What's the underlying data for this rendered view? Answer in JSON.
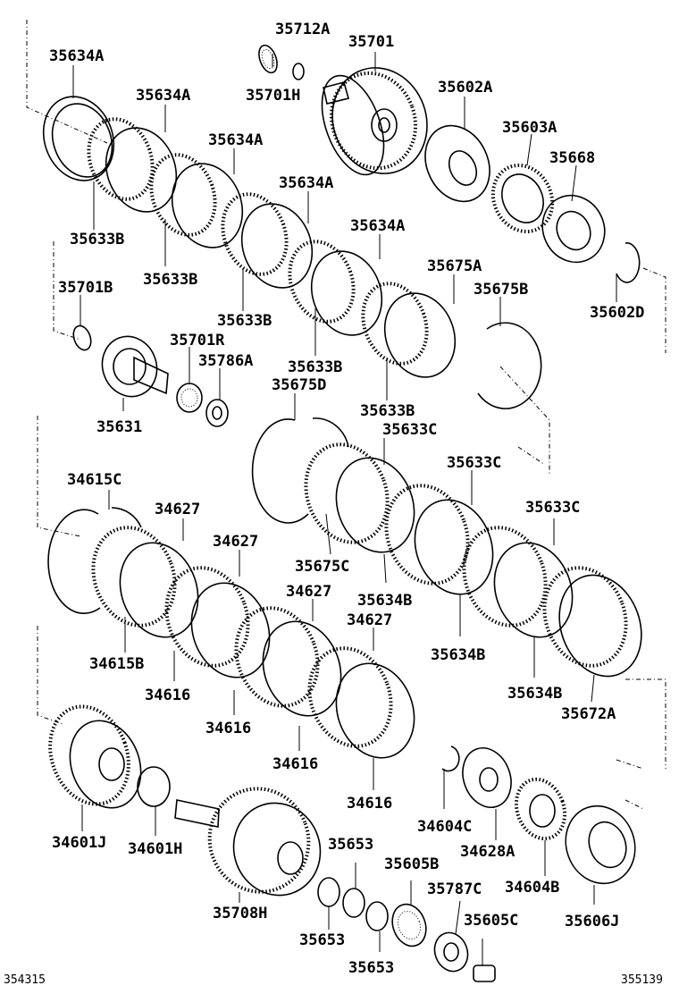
{
  "labels": {
    "p35634A_1": "35634A",
    "p35634A_2": "35634A",
    "p35634A_3": "35634A",
    "p35634A_4": "35634A",
    "p35634A_5": "35634A",
    "p35712A": "35712A",
    "p35701": "35701",
    "p35701H": "35701H",
    "p35602A": "35602A",
    "p35603A": "35603A",
    "p35668": "35668",
    "p35633B_1": "35633B",
    "p35633B_2": "35633B",
    "p35633B_3": "35633B",
    "p35633B_4": "35633B",
    "p35633B_5": "35633B",
    "p35675A": "35675A",
    "p35675B": "35675B",
    "p35602D": "35602D",
    "p35701B": "35701B",
    "p35701R": "35701R",
    "p35786A": "35786A",
    "p35675D": "35675D",
    "p35631": "35631",
    "p35633C_1": "35633C",
    "p35633C_2": "35633C",
    "p35633C_3": "35633C",
    "p34615C": "34615C",
    "p34627_1": "34627",
    "p34627_2": "34627",
    "p34627_3": "34627",
    "p34627_4": "34627",
    "p35675C": "35675C",
    "p35634B_1": "35634B",
    "p35634B_2": "35634B",
    "p35634B_3": "35634B",
    "p34615B": "34615B",
    "p34616_1": "34616",
    "p34616_2": "34616",
    "p34616_3": "34616",
    "p34616_4": "34616",
    "p35672A": "35672A",
    "p34601J": "34601J",
    "p34601H": "34601H",
    "p34604C": "34604C",
    "p34628A": "34628A",
    "p34604B": "34604B",
    "p35653_1": "35653",
    "p35653_2": "35653",
    "p35653_3": "35653",
    "p35605B": "35605B",
    "p35787C": "35787C",
    "p35605C": "35605C",
    "p35708H": "35708H",
    "p35606J": "35606J"
  },
  "refs": {
    "left": "354315",
    "right": "355139"
  }
}
